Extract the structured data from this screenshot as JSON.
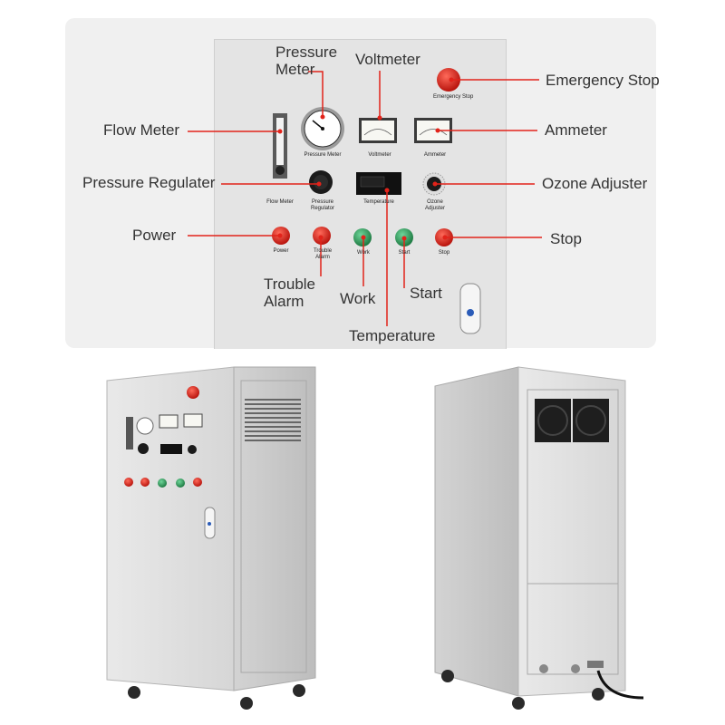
{
  "callouts": {
    "pressure_meter": "Pressure\nMeter",
    "voltmeter": "Voltmeter",
    "emergency_stop": "Emergency Stop",
    "flow_meter": "Flow Meter",
    "ammeter": "Ammeter",
    "pressure_regulater": "Pressure Regulater",
    "ozone_adjuster": "Ozone Adjuster",
    "power": "Power",
    "stop": "Stop",
    "trouble_alarm": "Trouble\nAlarm",
    "work": "Work",
    "start": "Start",
    "temperature": "Temperature"
  },
  "panel_labels": {
    "emergency_stop": "Emergency Stop",
    "pressure_meter": "Pressure Meter",
    "voltmeter": "Voltmeter",
    "ammeter": "Ammeter",
    "flow_meter": "Flow Meter",
    "pressure_regulator": "Pressure Regulator",
    "temperature": "Temperature",
    "ozone_adjuster": "Ozone Adjuster",
    "power": "Power",
    "trouble_alarm": "Trouble Alarm",
    "work": "Work",
    "start": "Start",
    "stop": "Stop"
  },
  "colors": {
    "callout_line": "#e2231a",
    "panel": "#e4e4e4",
    "background_card": "#f0f0f0",
    "red_button": "#d8281f",
    "green_button": "#2f9e5a"
  }
}
